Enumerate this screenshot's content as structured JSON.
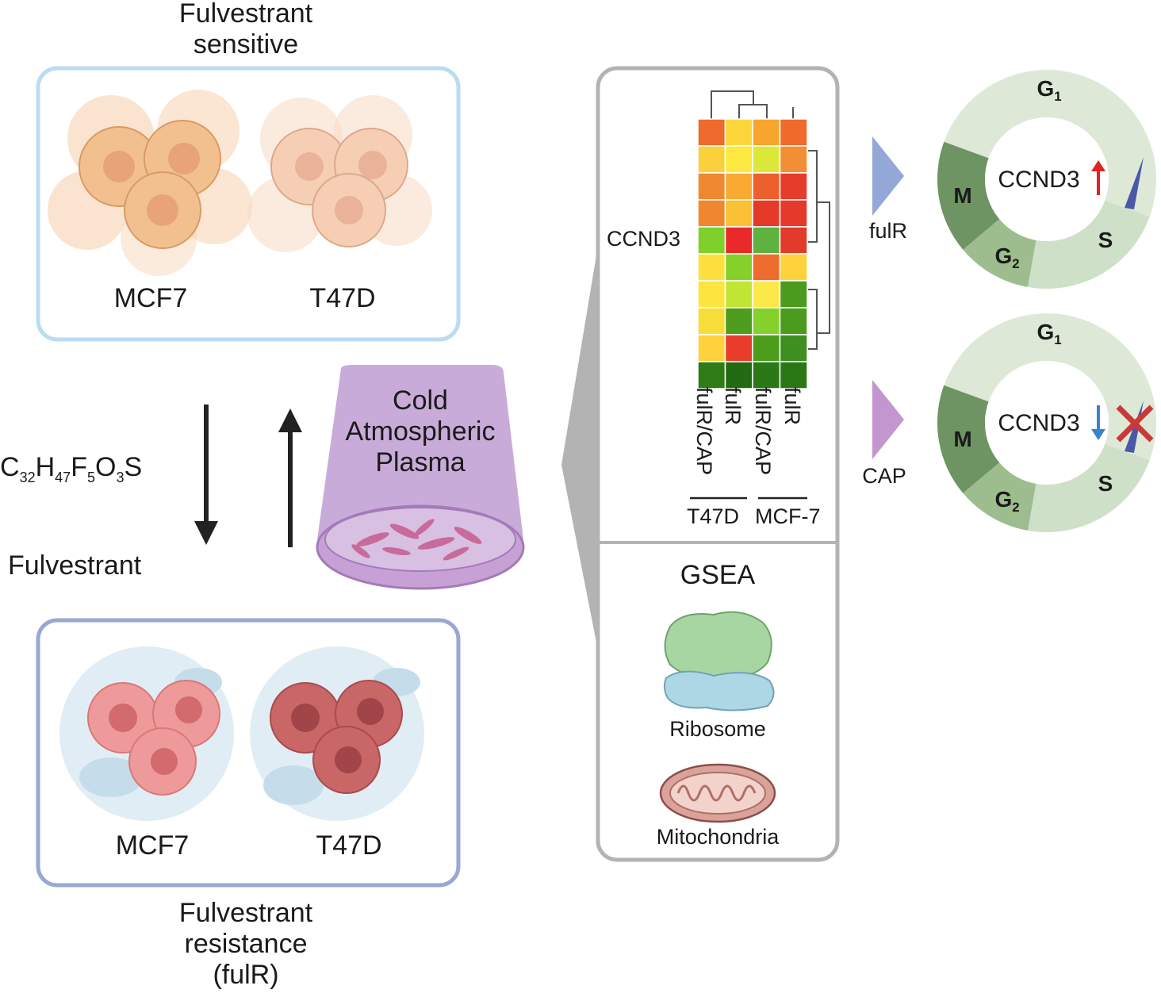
{
  "left_panel": {
    "sensitive_title": "Fulvestrant sensitive",
    "resistance_title_line1": "Fulvestrant",
    "resistance_title_line2": "resistance",
    "resistance_title_line3": "(fulR)",
    "sensitive_cells": [
      "MCF7",
      "T47D"
    ],
    "resistant_cells": [
      "MCF7",
      "T47D"
    ],
    "formula": {
      "C": "C",
      "c_sub": "32",
      "H": "H",
      "h_sub": "47",
      "F": "F",
      "f_sub": "5",
      "O": "O",
      "o_sub": "3",
      "S": "S"
    },
    "drug_name": "Fulvestrant",
    "cap_label": [
      "Cold",
      "Atmospheric",
      "Plasma"
    ]
  },
  "heatmap": {
    "gene_label": "CCND3",
    "columns": [
      "fulR/CAP",
      "fulR",
      "fulR/CAP",
      "fulR"
    ],
    "groups": [
      "T47D",
      "MCF-7"
    ],
    "colors": [
      [
        "#ee6a2e",
        "#fbd73c",
        "#f7a52d",
        "#ef6a2b"
      ],
      [
        "#fcd03c",
        "#fde93f",
        "#dbe83a",
        "#f28f35"
      ],
      [
        "#f0882f",
        "#f9aa33",
        "#ee5f2e",
        "#e63c2b"
      ],
      [
        "#f0872f",
        "#fbc134",
        "#e33a2a",
        "#e53a2b"
      ],
      [
        "#80d02c",
        "#ea2a2a",
        "#5db240",
        "#e33b2b"
      ],
      [
        "#fde03d",
        "#85d12a",
        "#ef6c2f",
        "#fed23b"
      ],
      [
        "#fde540",
        "#c1e534",
        "#fde84a",
        "#4b9c1e"
      ],
      [
        "#f6dd3a",
        "#4f9d1e",
        "#86d02b",
        "#4a9b1e"
      ],
      [
        "#fdd23c",
        "#e83d2b",
        "#4c9d1c",
        "#3e8f1f"
      ],
      [
        "#2f7c17",
        "#236b12",
        "#2b7817",
        "#2a7716"
      ]
    ]
  },
  "gsea": {
    "title": "GSEA",
    "items": [
      "Ribosome",
      "Mitochondria"
    ]
  },
  "cycles": [
    {
      "arrow_label": "fulR",
      "gene": "CCND3",
      "direction": "up",
      "arrow_color": "#93a8d6",
      "gene_arrow_color": "#e32222"
    },
    {
      "arrow_label": "CAP",
      "gene": "CCND3",
      "direction": "down",
      "arrow_color": "#c496cf",
      "gene_arrow_color": "#3a83c8"
    }
  ],
  "phases": {
    "g1": "G",
    "g1_sub": "1",
    "m": "M",
    "g2": "G",
    "g2_sub": "2",
    "s": "S"
  },
  "colors": {
    "sensitive_box": "#b9dcf2",
    "resistant_box": "#97a9d3",
    "cap_cup": "#c9abd9",
    "panel_border": "#b3b3b3"
  }
}
